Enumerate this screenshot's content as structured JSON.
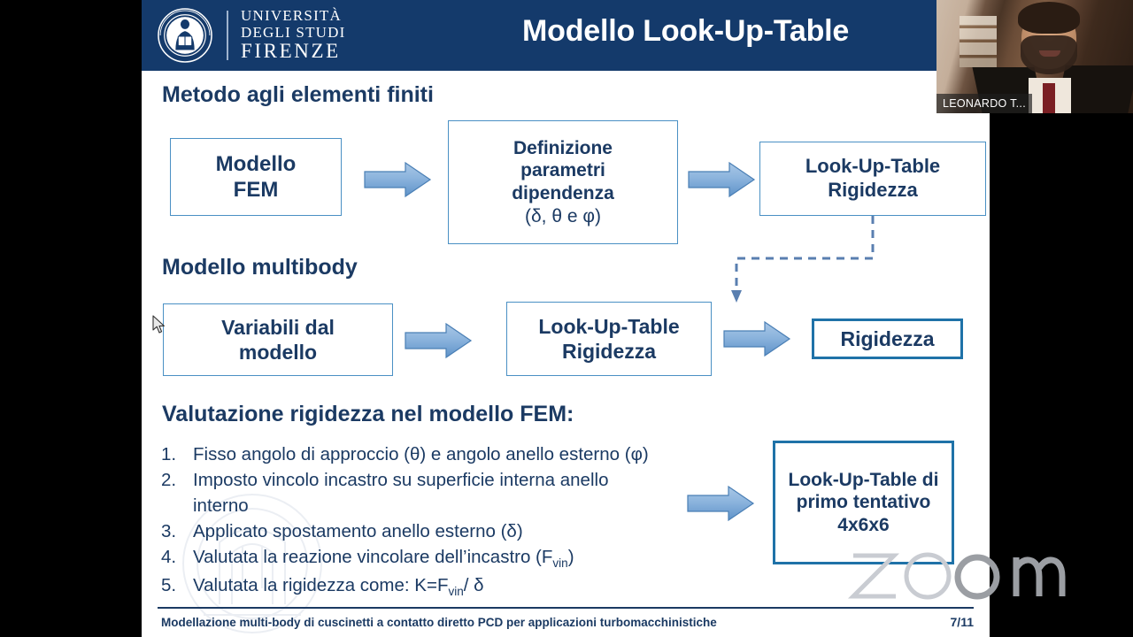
{
  "window": {
    "background_color": "#000000",
    "slide_background": "#ffffff"
  },
  "header": {
    "band_color": "#143a6b",
    "logo": {
      "crest_alt": "university-crest",
      "line1": "UNIVERSITÀ",
      "line2": "DEGLI STUDI",
      "line3": "FIRENZE"
    },
    "title": "Modello Look-Up-Table"
  },
  "sections": {
    "fem_heading": "Metodo agli elementi finiti",
    "multibody_heading": "Modello multibody",
    "valutazione_heading": "Valutazione rigidezza nel modello FEM:"
  },
  "flow": {
    "box_fem": {
      "line1": "Modello",
      "line2": "FEM"
    },
    "box_definizione": {
      "line1": "Definizione",
      "line2": "parametri",
      "line3": "dipendenza",
      "line4": "(δ, θ e φ)"
    },
    "box_lut_rigidezza_1": {
      "line1": "Look-Up-Table",
      "line2": "Rigidezza"
    },
    "box_variabili": {
      "line1": "Variabili dal",
      "line2": "modello"
    },
    "box_lut_rigidezza_2": {
      "line1": "Look-Up-Table",
      "line2": "Rigidezza"
    },
    "box_rigidezza": {
      "line1": "Rigidezza"
    },
    "box_lut_primo": {
      "line1": "Look-Up-Table di",
      "line2": "primo tentativo",
      "line3": "4x6x6"
    },
    "arrow_color": "#7aa9d8",
    "box_border_color": "#4a90c4",
    "box_border_color_thick": "#1f72a8",
    "text_color": "#1b3a63",
    "dashed_connector_color": "#5a7fb0"
  },
  "list": {
    "items": [
      {
        "index": "1.",
        "text": "Fisso angolo di approccio (θ) e angolo anello esterno (φ)"
      },
      {
        "index": "2.",
        "text": "Imposto vincolo incastro su superficie interna anello interno"
      },
      {
        "index": "3.",
        "text": "Applicato spostamento anello esterno (δ)"
      },
      {
        "index": "4.",
        "text": "Valutata la reazione vincolare dell’incastro (F_vin)"
      },
      {
        "index": "5.",
        "text": "Valutata la rigidezza come: K=F_vin/ δ"
      }
    ]
  },
  "footer": {
    "text": "Modellazione multi-body di cuscinetti a contatto diretto PCD per applicazioni turbomacchinistiche",
    "page": "7/11"
  },
  "video": {
    "participant_name": "LEONARDO T...",
    "watermark": "zoom"
  }
}
